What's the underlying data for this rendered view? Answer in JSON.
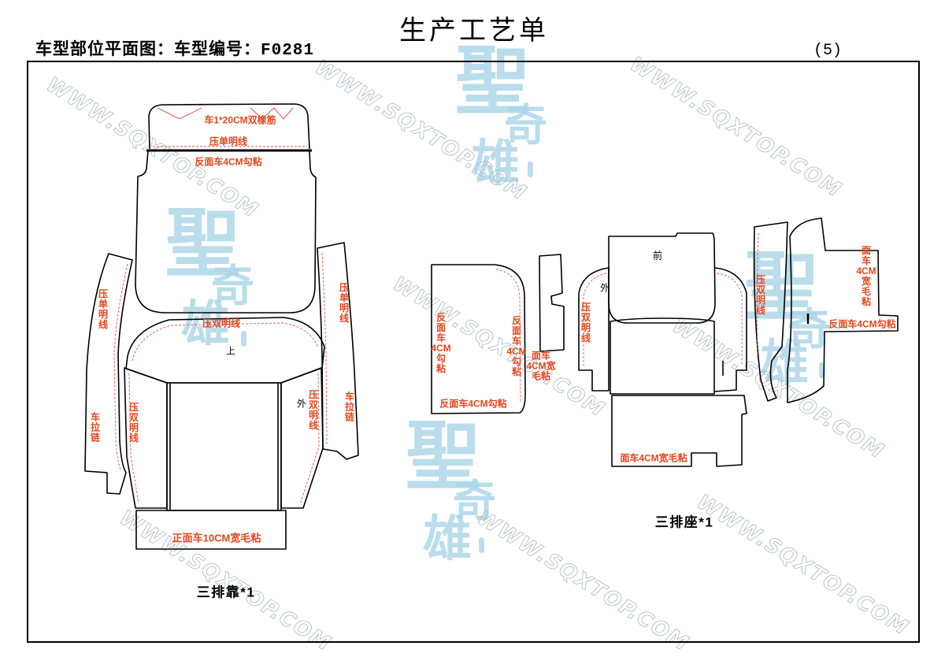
{
  "header": {
    "title": "生产工艺单",
    "subtitle": "车型部位平面图：车型编号：F0281",
    "page_number": "(5)"
  },
  "colors": {
    "outline": "#000000",
    "label": "#e8461e",
    "stitch_line": "#e2574c",
    "watermark_logo": "#a9d5e8",
    "watermark_text": "#aeb8c2"
  },
  "watermark": {
    "text": "WWW.SQXTOP.COM",
    "logo_chars": [
      "聖",
      "奇",
      "雄"
    ]
  },
  "backrest": {
    "caption": "三排靠*1",
    "labels": {
      "top_cap_elastic": "车1*20CM双橡筋",
      "top_cap_stitch": "压单明线",
      "back_panel_note": "反面车4CM勾粘",
      "middle_panel_stitch": "压双明线",
      "middle_panel_mark": "上",
      "left_strip_stitch": "压单明线",
      "left_strip_zipper": "车拉链",
      "left_flap_stitch": "压双明线",
      "right_flap_mark": "外",
      "right_flap_stitch": "压双明线",
      "right_strip_stitch": "压单明线",
      "right_strip_zipper": "车拉链",
      "bottom_strip_note": "正面车10CM宽毛粘"
    }
  },
  "seat": {
    "caption": "三排座*1",
    "labels": {
      "left_panel_side_note": "反面车4CM勾粘",
      "left_panel_edge_note": "反面车4CM勾粘",
      "left_panel_bottom_note": "反面车4CM勾粘",
      "small_piece_note": "面车4CM宽毛粘",
      "side_piece_mark": "外",
      "side_piece_stitch": "压双明线",
      "front_panel_mark": "前",
      "bottom_panel_note": "面车4CM宽毛粘",
      "right_strip_stitch": "压双明线",
      "right_piece_side_note": "面车4CM宽毛粘",
      "right_piece_tab_note": "反面车4CM勾粘"
    }
  }
}
